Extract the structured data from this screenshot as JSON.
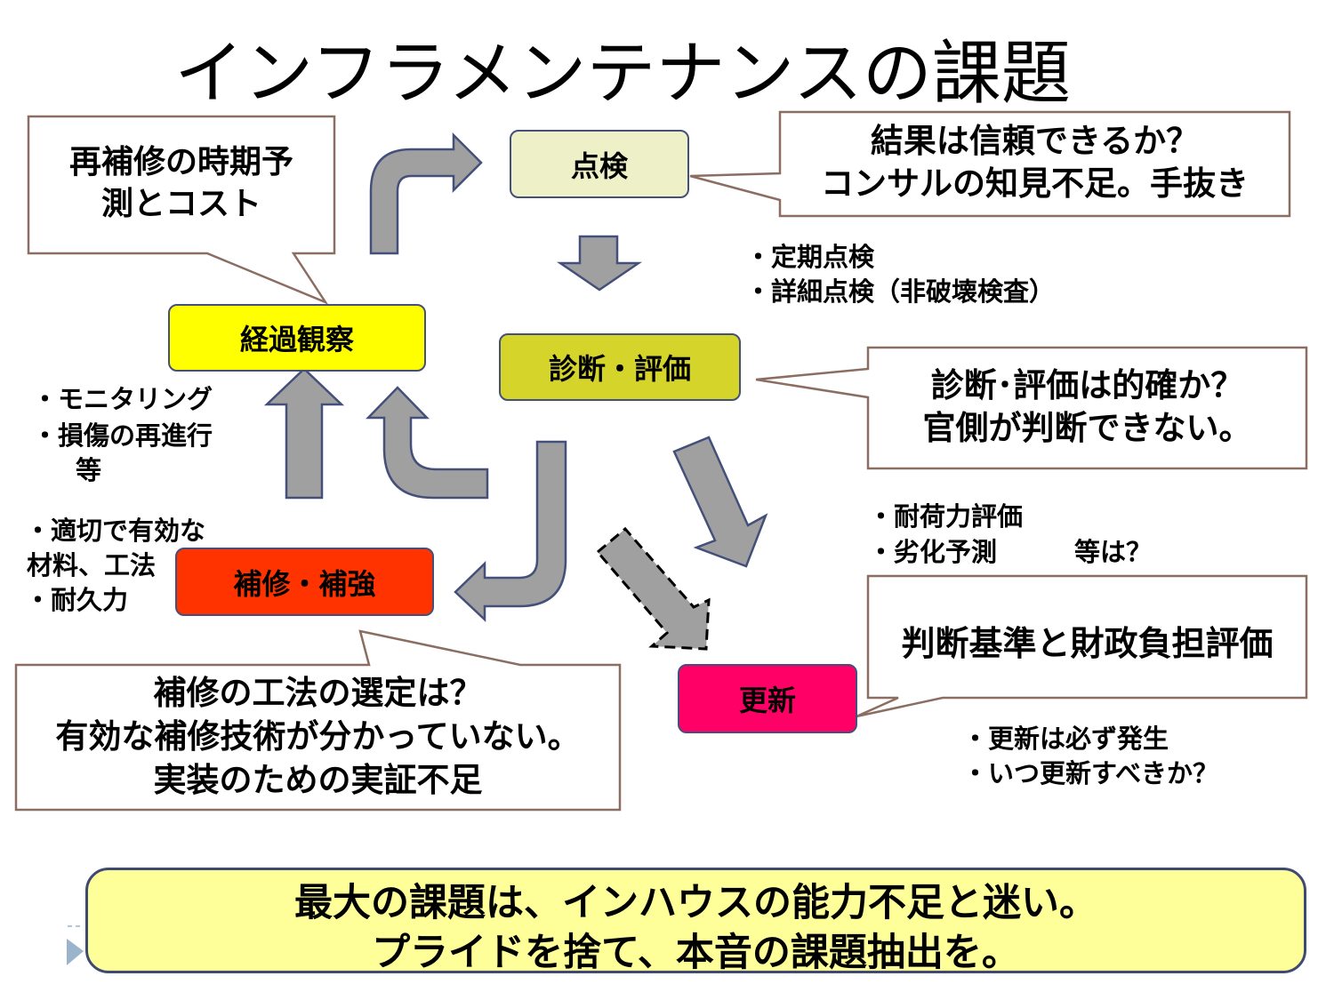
{
  "title": "インフラメンテナンスの課題",
  "nodes": {
    "inspection": "点検",
    "diagnosis": "診断・評価",
    "observation": "経過観察",
    "repair": "補修・補強",
    "renewal": "更新"
  },
  "callouts": {
    "observation": "再補修の時期予\n測とコスト",
    "inspection": "結果は信頼できるか？\nコンサルの知見不足。手抜き",
    "diagnosis": "診断･評価は的確か？\n官側が判断できない。",
    "repair": "補修の工法の選定は？\n有効な補修技術が分かっていない。\n実装のための実証不足",
    "renewal": "判断基準と財政負担評価"
  },
  "notes": {
    "inspection": [
      "・定期点検",
      "・詳細点検（非破壊検査）"
    ],
    "observation": [
      "・モニタリング",
      "・損傷の再進行",
      "等"
    ],
    "repair": [
      "・適切で有効な",
      "材料、工法",
      "・耐久力"
    ],
    "diagnosis": [
      "・耐荷力評価",
      "・劣化予測　　　等は？"
    ],
    "renewal": [
      "・更新は必ず発生",
      "・いつ更新すべきか？"
    ]
  },
  "conclusion": [
    "最大の課題は、インハウスの能力不足と迷い。",
    "プライドを捨て、本音の課題抽出を。"
  ],
  "colors": {
    "inspection": "#EEF0C8",
    "diagnosis": "#D4D42A",
    "observation": "#FFFF00",
    "repair": "#FF3300",
    "renewal": "#FF0066",
    "conclusion": "#FFFF99",
    "arrow": "#A0A0A0"
  }
}
